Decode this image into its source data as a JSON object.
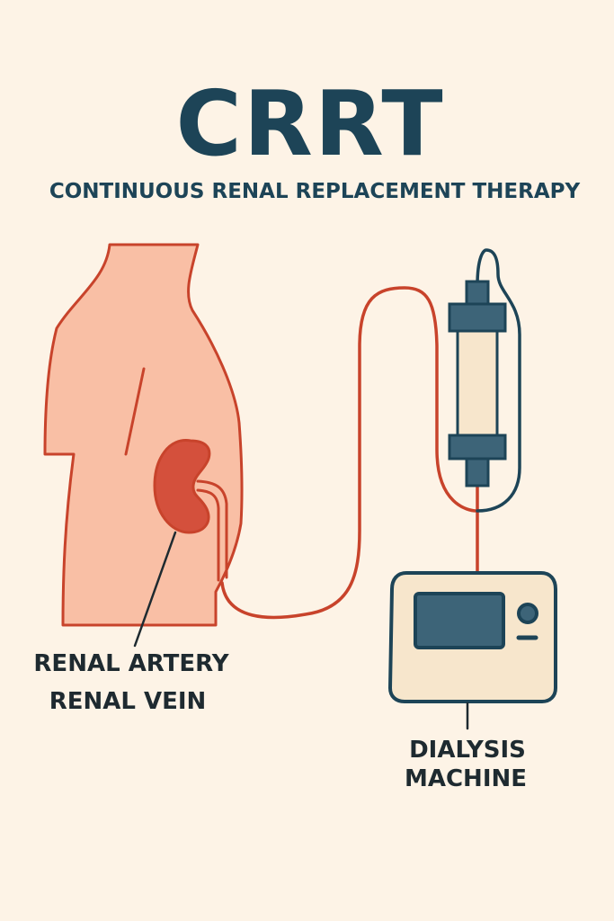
{
  "header": {
    "title": "CRRT",
    "subtitle": "CONTINUOUS RENAL REPLACEMENT THERAPY"
  },
  "labels": {
    "renal_artery": "RENAL ARTERY",
    "renal_vein": "RENAL VEIN",
    "dialysis_line1": "DIALYSIS",
    "dialysis_line2": "MACHINE"
  },
  "colors": {
    "background": "#fdf3e6",
    "skin": "#f9bfa5",
    "outline_red": "#c8432b",
    "kidney": "#d4503c",
    "navy": "#1d4457",
    "screen": "#3d6478",
    "machine_body": "#f7e6cc",
    "filter_body": "#f7e6cc"
  }
}
